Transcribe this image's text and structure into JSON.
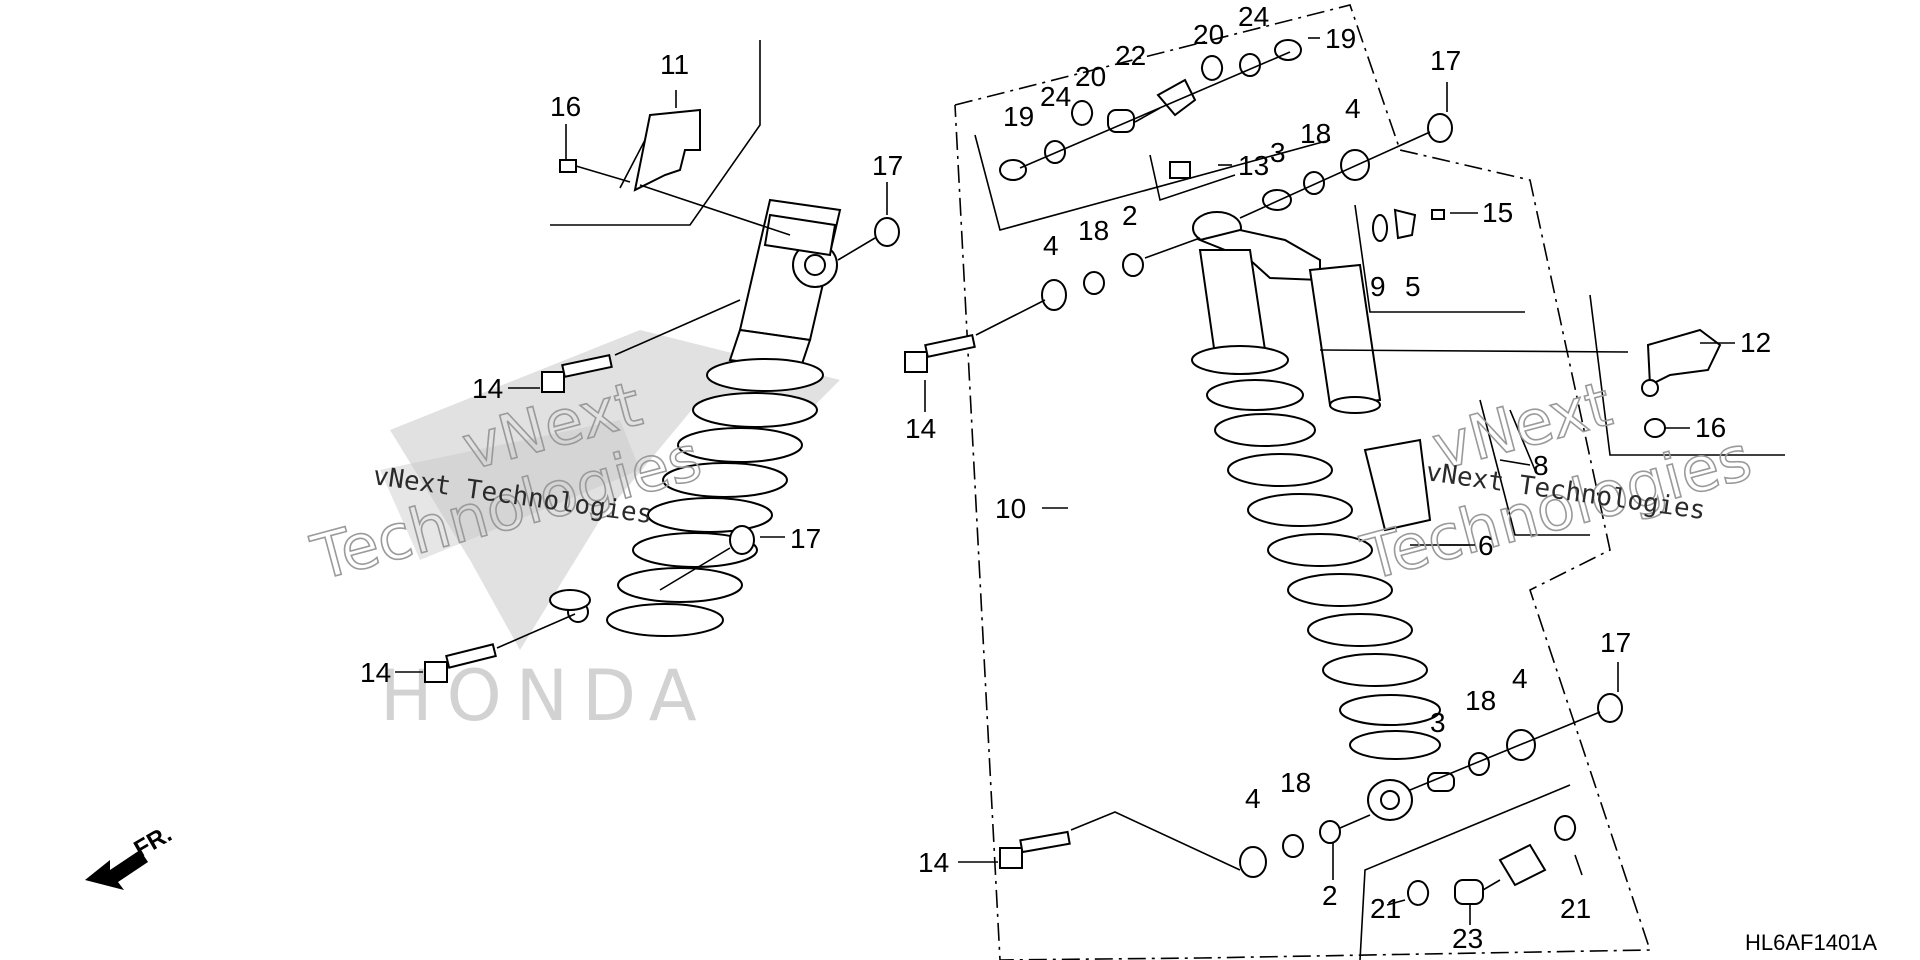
{
  "drawing_code": "HL6AF1401A",
  "direction_label": "FR.",
  "watermark": {
    "line1": "vNext Technologies",
    "outline1": "vNext",
    "outline2": "Technologies",
    "brand": "HONDA"
  },
  "callouts": {
    "c2a": "2",
    "c2b": "2",
    "c3a": "3",
    "c3b": "3",
    "c4a": "4",
    "c4b": "4",
    "c4c": "4",
    "c4d": "4",
    "c5": "5",
    "c6": "6",
    "c8": "8",
    "c9": "9",
    "c10": "10",
    "c11": "11",
    "c12": "12",
    "c13": "13",
    "c14a": "14",
    "c14b": "14",
    "c14c": "14",
    "c14d": "14",
    "c15": "15",
    "c16a": "16",
    "c16b": "16",
    "c17a": "17",
    "c17b": "17",
    "c17c": "17",
    "c17d": "17",
    "c18a": "18",
    "c18b": "18",
    "c18c": "18",
    "c18d": "18",
    "c19a": "19",
    "c19b": "19",
    "c20a": "20",
    "c20b": "20",
    "c21a": "21",
    "c21b": "21",
    "c22": "22",
    "c23": "23",
    "c24a": "24",
    "c24b": "24"
  }
}
